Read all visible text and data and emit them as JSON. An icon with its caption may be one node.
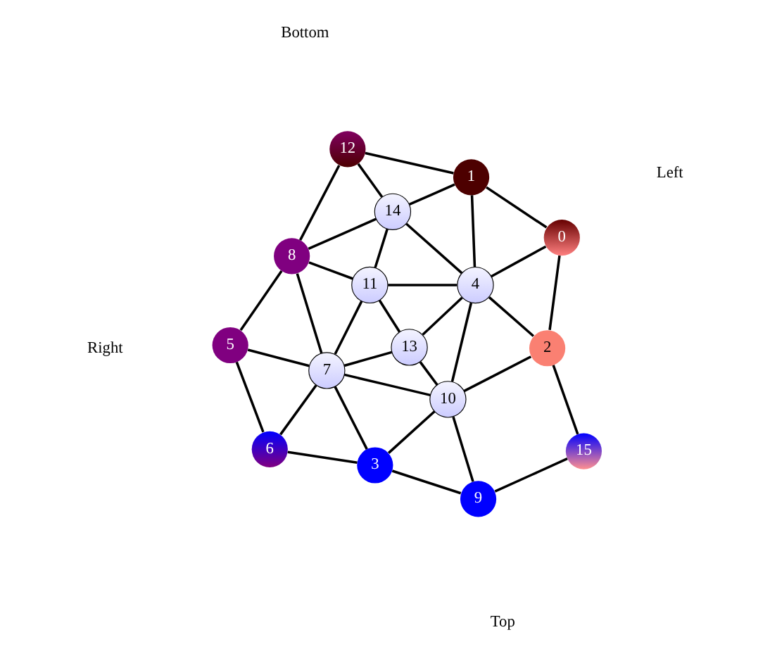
{
  "diagram": {
    "nodes": [
      {
        "text": [
          "0"
        ]
      },
      {
        "text": [
          "1"
        ]
      },
      {
        "text": [
          "2"
        ]
      },
      {
        "text": [
          "3"
        ]
      },
      {
        "text": [
          "4"
        ]
      },
      {
        "text": [
          "5"
        ]
      },
      {
        "text": [
          "6"
        ]
      },
      {
        "text": [
          "7"
        ]
      },
      {
        "text": [
          "8"
        ]
      },
      {
        "text": [
          "9"
        ]
      },
      {
        "text": [
          "10"
        ]
      },
      {
        "text": [
          "11"
        ]
      },
      {
        "text": [
          "12"
        ]
      },
      {
        "text": [
          "13"
        ]
      },
      {
        "text": [
          "14"
        ]
      },
      {
        "text": [
          "15"
        ]
      }
    ],
    "edges": [
      {
        "from": 15,
        "to": 9,
        "arrow": "none"
      },
      {
        "from": 15,
        "to": 2,
        "arrow": "none"
      },
      {
        "from": 9,
        "to": 10,
        "arrow": "none"
      },
      {
        "from": 9,
        "to": 3,
        "arrow": "none"
      },
      {
        "from": 10,
        "to": 3,
        "arrow": "none"
      },
      {
        "from": 2,
        "to": 10,
        "arrow": "none"
      },
      {
        "from": 2,
        "to": 4,
        "arrow": "none"
      },
      {
        "from": 2,
        "to": 0,
        "arrow": "none"
      },
      {
        "from": 10,
        "to": 13,
        "arrow": "none"
      },
      {
        "from": 10,
        "to": 7,
        "arrow": "none"
      },
      {
        "from": 10,
        "to": 4,
        "arrow": "none"
      },
      {
        "from": 3,
        "to": 7,
        "arrow": "none"
      },
      {
        "from": 3,
        "to": 6,
        "arrow": "none"
      },
      {
        "from": 13,
        "to": 7,
        "arrow": "none"
      },
      {
        "from": 13,
        "to": 4,
        "arrow": "none"
      },
      {
        "from": 13,
        "to": 11,
        "arrow": "none"
      },
      {
        "from": 7,
        "to": 6,
        "arrow": "none"
      },
      {
        "from": 7,
        "to": 11,
        "arrow": "none"
      },
      {
        "from": 7,
        "to": 5,
        "arrow": "none"
      },
      {
        "from": 7,
        "to": 8,
        "arrow": "none"
      },
      {
        "from": 6,
        "to": 5,
        "arrow": "none"
      },
      {
        "from": 5,
        "to": 8,
        "arrow": "none"
      },
      {
        "from": 4,
        "to": 0,
        "arrow": "none"
      },
      {
        "from": 4,
        "to": 11,
        "arrow": "none"
      },
      {
        "from": 4,
        "to": 1,
        "arrow": "none"
      },
      {
        "from": 4,
        "to": 14,
        "arrow": "none"
      },
      {
        "from": 11,
        "to": 14,
        "arrow": "none"
      },
      {
        "from": 11,
        "to": 8,
        "arrow": "none"
      },
      {
        "from": 0,
        "to": 1,
        "arrow": "none"
      },
      {
        "from": 14,
        "to": 1,
        "arrow": "none"
      },
      {
        "from": 14,
        "to": 8,
        "arrow": "none"
      },
      {
        "from": 14,
        "to": 12,
        "arrow": "none"
      },
      {
        "from": 1,
        "to": 12,
        "arrow": "none"
      },
      {
        "from": 12,
        "to": 8,
        "arrow": "none"
      }
    ],
    "labels": [
      "Top",
      "Left",
      "Right",
      "Bottom"
    ]
  }
}
